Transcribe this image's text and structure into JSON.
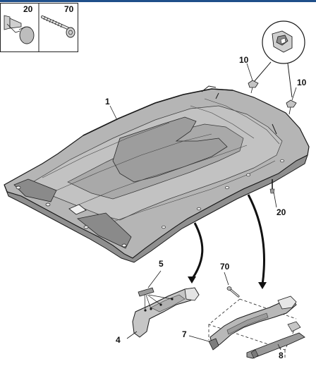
{
  "legend": {
    "parts": [
      {
        "ref": "20",
        "icon": "push-clip-icon"
      },
      {
        "ref": "70",
        "icon": "screw-icon"
      }
    ]
  },
  "callouts": [
    {
      "id": "headliner",
      "label": "1"
    },
    {
      "id": "clip-left",
      "label": "10"
    },
    {
      "id": "clip-right",
      "label": "10"
    },
    {
      "id": "clip-rear",
      "label": "20"
    },
    {
      "id": "sun-visor-clip",
      "label": "5"
    },
    {
      "id": "sun-visor",
      "label": "4"
    },
    {
      "id": "screw",
      "label": "70"
    },
    {
      "id": "grab-handle",
      "label": "7"
    },
    {
      "id": "handle-bracket",
      "label": "8"
    }
  ],
  "colors": {
    "line": "#1a1a1a",
    "headliner_fill": "#b9b9b9",
    "headliner_dark": "#8f8f8f",
    "part_fill": "#c8c8c8",
    "top_rule": "#1f4f8a"
  }
}
